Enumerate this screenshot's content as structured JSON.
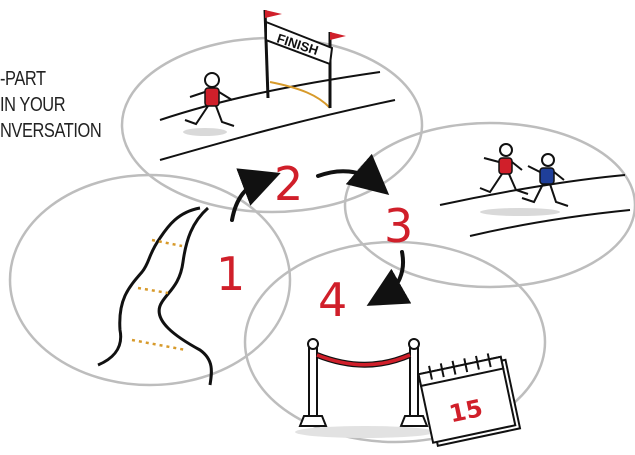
{
  "heading": {
    "lines": [
      "-PART",
      "IN YOUR",
      "NVERSATION"
    ]
  },
  "steps": [
    "1",
    "2",
    "3",
    "4"
  ],
  "finish_flag_label": "FINISH",
  "calendar_day": "15",
  "colors": {
    "step_number": "#d01f2a",
    "bubble_stroke": "#bdbdbd",
    "ink": "#111111",
    "accent_red": "#d01f2a",
    "accent_blue": "#1f3f9a",
    "path_dots": "#d79a2b"
  },
  "icons": [
    "winding-road-icon",
    "finish-line-runner-icon",
    "two-runners-icon",
    "velvet-rope-calendar-icon",
    "step-arrow-icon"
  ]
}
